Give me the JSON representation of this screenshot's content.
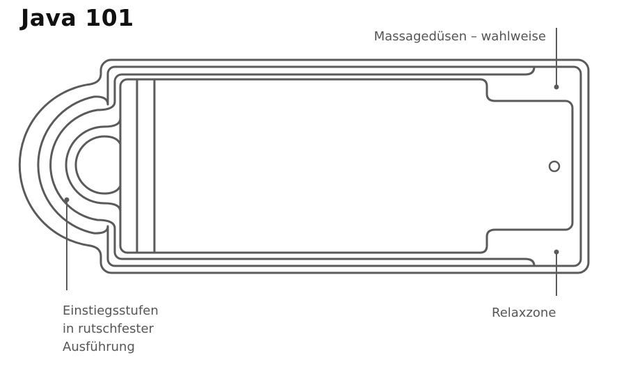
{
  "title": "Java 101",
  "labels": {
    "massage_jets": "Massagedüsen – wahlweise",
    "entry_steps": [
      "Einstiegsstufen",
      "in rutschfester",
      "Ausführung"
    ],
    "relax_zone": "Relaxzone"
  },
  "colors": {
    "line": "#5a5a5a",
    "title": "#111111"
  }
}
